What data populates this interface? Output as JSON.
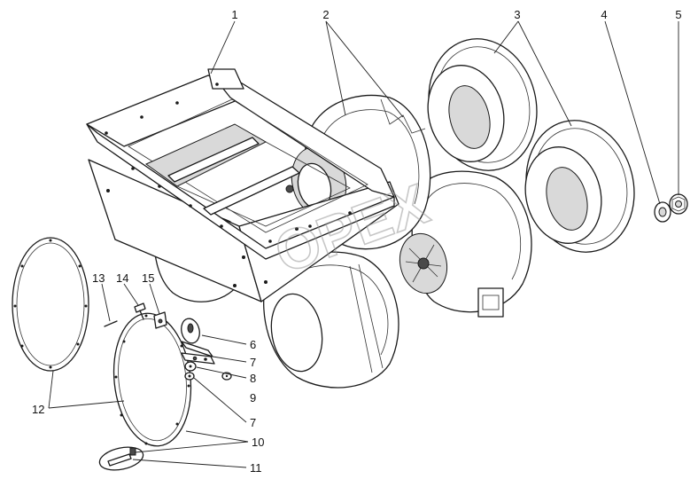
{
  "watermark": "OPEX",
  "labels": [
    "1",
    "2",
    "3",
    "4",
    "5",
    "6",
    "7",
    "8",
    "9",
    "7",
    "10",
    "11",
    "12",
    "13",
    "14",
    "15"
  ]
}
